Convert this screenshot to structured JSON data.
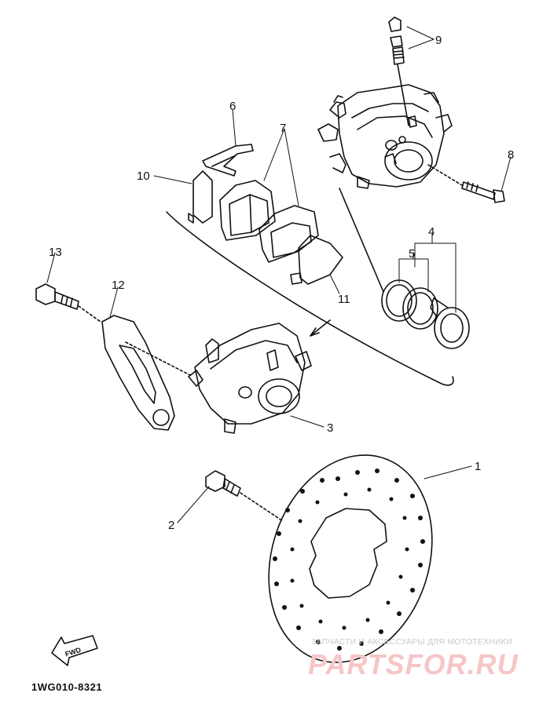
{
  "callouts": [
    {
      "id": "1",
      "label": "1"
    },
    {
      "id": "2",
      "label": "2"
    },
    {
      "id": "3",
      "label": "3"
    },
    {
      "id": "4",
      "label": "4"
    },
    {
      "id": "5",
      "label": "5"
    },
    {
      "id": "6",
      "label": "6"
    },
    {
      "id": "7",
      "label": "7"
    },
    {
      "id": "8",
      "label": "8"
    },
    {
      "id": "9",
      "label": "9"
    },
    {
      "id": "10",
      "label": "10"
    },
    {
      "id": "11",
      "label": "11"
    },
    {
      "id": "12",
      "label": "12"
    },
    {
      "id": "13",
      "label": "13"
    }
  ],
  "fwd_label": "FWD",
  "diagram_code": "1WG010-8321",
  "watermark": {
    "tagline": "ЗАПЧАСТИ И АКСЕССУАРЫ ДЛЯ МОТОТЕХНИКИ",
    "brand": "PARTSFOR.RU"
  },
  "colors": {
    "ink": "#111111",
    "watermark_brand": "#f6c6c6",
    "watermark_text": "#c9c9c9"
  }
}
